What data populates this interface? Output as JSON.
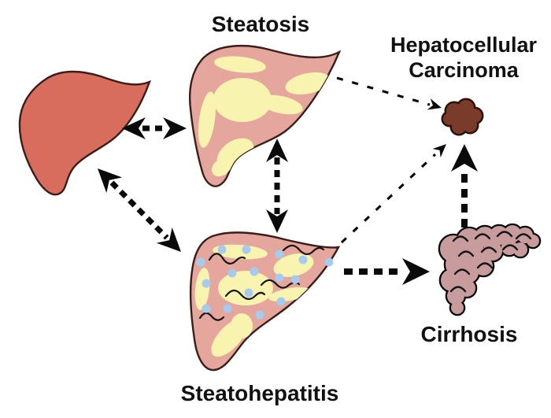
{
  "figure": {
    "type": "disease-progression-diagram",
    "description_visible_elements": "Five liver states connected by dashed arrows"
  },
  "palette": {
    "background": "#FFFFFF",
    "normal_liver": "#D86C5D",
    "fatty_liver": "#E5A69D",
    "fat_deposit": "#F8F3AE",
    "inflammation_dot": "#A6CBEE",
    "cirrhosis_liver": "#C89C9C",
    "tumor": "#7B3B2B",
    "tumor_outline": "#2B120B",
    "outline": "#3A1E18",
    "arrow": "#0A0A0A",
    "text": "#111111"
  },
  "nodes": {
    "normal_liver": {
      "label": ""
    },
    "steatosis": {
      "label": "Steatosis"
    },
    "steatohepatitis": {
      "label": "Steatohepatitis"
    },
    "cirrhosis": {
      "label": "Cirrhosis"
    },
    "hepatocellular_carcinoma": {
      "label": "Hepatocellular\nCarcinoma"
    }
  },
  "edges": [
    {
      "from": "normal_liver",
      "to": "steatosis",
      "style": "thick-dashed",
      "bidirectional": true
    },
    {
      "from": "normal_liver",
      "to": "steatohepatitis",
      "style": "thick-dashed",
      "bidirectional": true
    },
    {
      "from": "steatosis",
      "to": "steatohepatitis",
      "style": "thick-dashed",
      "bidirectional": true
    },
    {
      "from": "steatosis",
      "to": "hepatocellular_carcinoma",
      "style": "thin-dashed",
      "bidirectional": false
    },
    {
      "from": "steatohepatitis",
      "to": "hepatocellular_carcinoma",
      "style": "thin-dashed",
      "bidirectional": false
    },
    {
      "from": "steatohepatitis",
      "to": "cirrhosis",
      "style": "thick-dashed",
      "bidirectional": false
    },
    {
      "from": "cirrhosis",
      "to": "hepatocellular_carcinoma",
      "style": "thick-dashed",
      "bidirectional": false
    }
  ]
}
